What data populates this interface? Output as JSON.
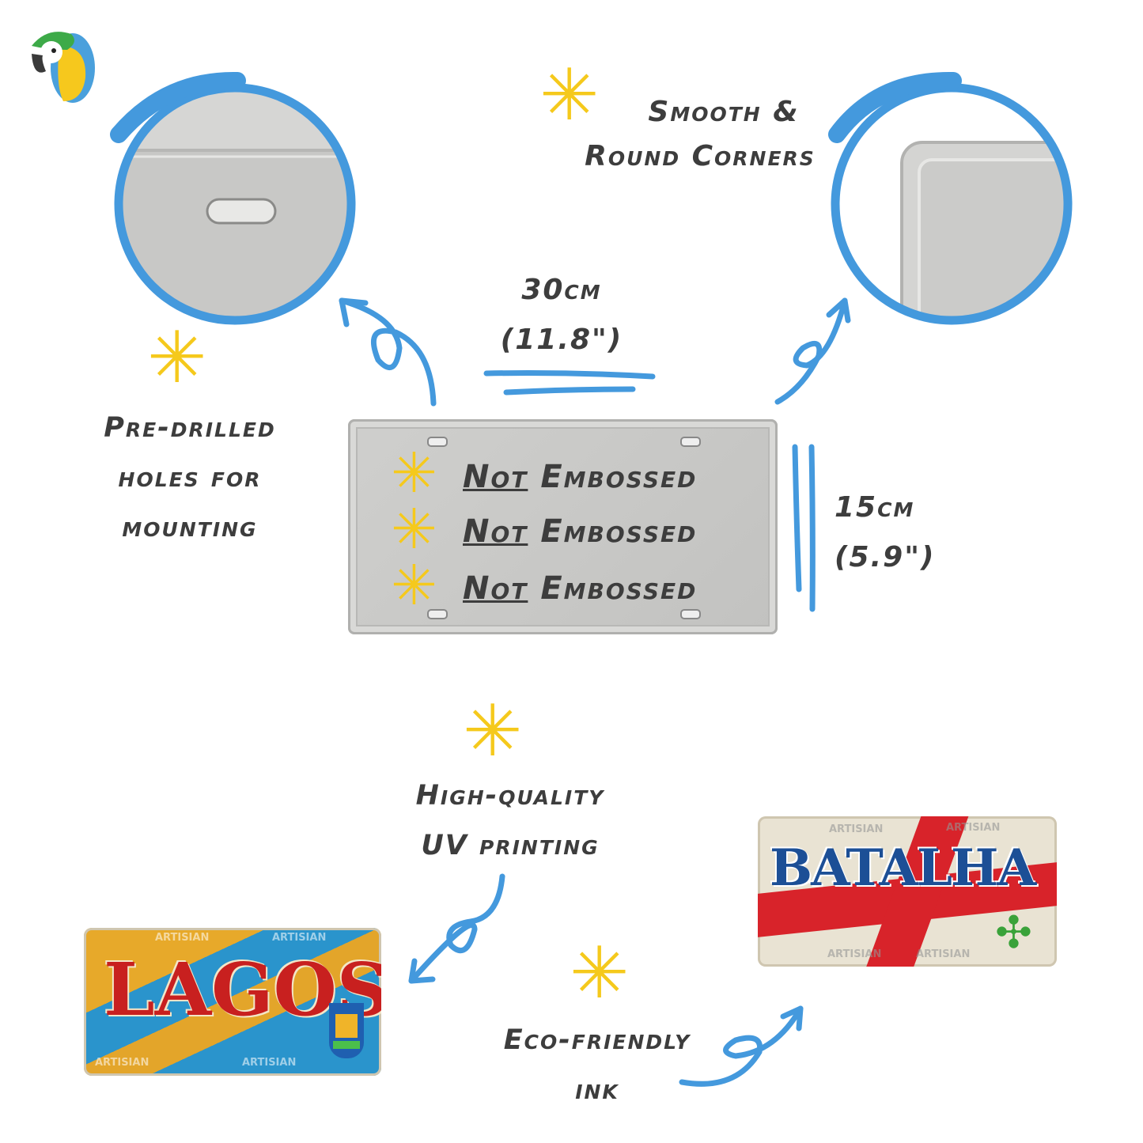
{
  "brand": {
    "logo": "parrot-logo"
  },
  "features": {
    "holes": [
      "Pre-drilled",
      "holes for",
      "mounting"
    ],
    "corners": [
      "Smooth &",
      "Round Corners"
    ],
    "printing": [
      "High-quality",
      "UV printing"
    ],
    "ink": [
      "Eco-friendly",
      "ink"
    ]
  },
  "dimensions": {
    "width_metric": "30cm",
    "width_imperial": "(11.8\")",
    "height_metric": "15cm",
    "height_imperial": "(5.9\")"
  },
  "plate": {
    "lines": [
      {
        "not": "Not",
        "rest": "Embossed"
      },
      {
        "not": "Not",
        "rest": "Embossed"
      },
      {
        "not": "Not",
        "rest": "Embossed"
      }
    ]
  },
  "examples": {
    "lagos": {
      "title": "LAGOS",
      "watermark": "ARTISIAN"
    },
    "batalha": {
      "title": "BATALHA",
      "watermark": "ARTISIAN"
    }
  },
  "colors": {
    "accent_blue": "#4499dd",
    "star_yellow": "#f5c91c",
    "text": "#3d3d3d",
    "plate_gray": "#c9c9c7"
  }
}
